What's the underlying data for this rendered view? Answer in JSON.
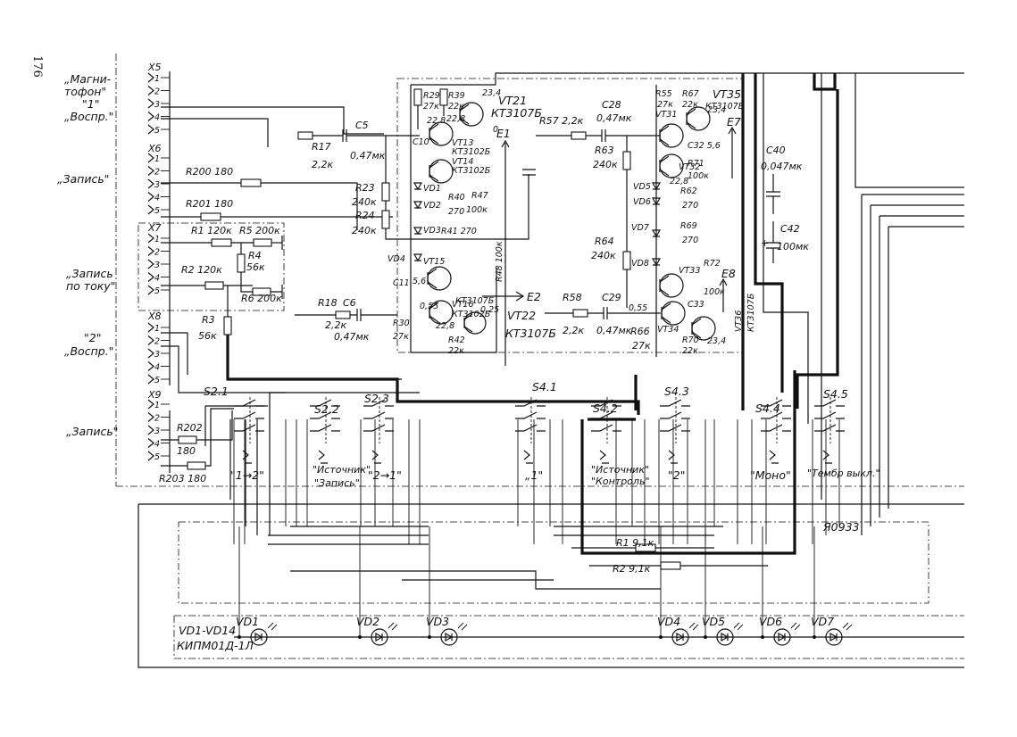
{
  "page_number": "176",
  "connectors": [
    {
      "id": "X5",
      "pins": [
        "1",
        "2",
        "3",
        "4",
        "5"
      ]
    },
    {
      "id": "X6",
      "pins": [
        "1",
        "2",
        "3",
        "4",
        "5"
      ]
    },
    {
      "id": "X7",
      "pins": [
        "1",
        "2",
        "3",
        "4",
        "5"
      ]
    },
    {
      "id": "X8",
      "pins": [
        "1",
        "2",
        "3",
        "4",
        "5"
      ]
    },
    {
      "id": "X9",
      "pins": [
        "1",
        "2",
        "3",
        "4",
        "5"
      ]
    }
  ],
  "input_labels": {
    "x5_line1": "„Магни-",
    "x5_line2": "тофон\"",
    "x5_line3": "\"1\"",
    "x5_line4": "„Воспр.\"",
    "x6_line1": "„Запись\"",
    "x7_line1": "„Запись",
    "x7_line2": "по току\"",
    "x8_line1": "\"2\"",
    "x8_line2": "„Воспр.\"",
    "x9_line1": "„Запись\""
  },
  "components": {
    "r200": "R200 180",
    "r201": "R201 180",
    "r1": "R1 120к",
    "r5": "R5 200к",
    "r2": "R2 120к",
    "r4a": "R4",
    "r4b": "56к",
    "r6": "R6 200к",
    "r3a": "R3",
    "r3b": "56к",
    "r202": "R202",
    "r202v": "180",
    "r203": "R203 180",
    "r17a": "R17",
    "r17b": "2,2к",
    "c5a": "C5",
    "c5b": "0,47мк",
    "r23a": "R23",
    "r23b": "240к",
    "r24a": "R24",
    "r24b": "240к",
    "r18a": "R18",
    "r18b": "2,2к",
    "c6a": "C6",
    "c6b": "0,47мк",
    "r29a": "R29",
    "r29b": "27к",
    "r39a": "R39",
    "r39b": "22к",
    "vt21a": "VT21",
    "vt21b": "КТ3107Б",
    "e1": "E1",
    "e2": "E2",
    "e7": "E7",
    "e8": "E8",
    "vt13a": "VT13",
    "vt13b": "КТ3102Б",
    "vt14a": "VT14",
    "vt14b": "КТ3102Б",
    "c10": "C10",
    "vd1": "VD1",
    "vd2": "VD2",
    "vd3": "VD3",
    "vd4": "VD4",
    "r40a": "R40",
    "r40b": "270",
    "r47a": "R47",
    "r47b": "100к",
    "r41": "R41 270",
    "vt15a": "VT15",
    "vt15b": "КТ3107Б",
    "vt16a": "VT16",
    "vt16b": "КТ3102Б",
    "r48": "R48 100к",
    "c11": "C11",
    "c11v": "5,6",
    "r30a": "R30",
    "r30b": "27к",
    "r42a": "R42",
    "r42b": "22к",
    "vt22a": "VT22",
    "vt22b": "КТ3107Б",
    "r57": "R57 2,2к",
    "c28a": "C28",
    "c28b": "0,47мк",
    "r63a": "R63",
    "r63b": "240к",
    "r64a": "R64",
    "r64b": "240к",
    "r58a": "R58",
    "r58b": "2,2к",
    "c29a": "C29",
    "c29b": "0,47мк",
    "r66a": "R66",
    "r66b": "27к",
    "vd5": "VD5",
    "vd6": "VD6",
    "vd7": "VD7",
    "vd8": "VD8",
    "r55a": "R55",
    "r55b": "27к",
    "r67a": "R67",
    "r67b": "22к",
    "vt35a": "VT35",
    "vt35b": "КТ3107Б",
    "vt31": "VT31",
    "vt32": "VT32",
    "vt33": "VT33",
    "vt34": "VT34",
    "vt36a": "VT36",
    "vt36b": "КТ3107Б",
    "c32": "C32 5,6",
    "c33": "C33",
    "r71a": "R71",
    "r71b": "100к",
    "r62a": "R62",
    "r62b": "270",
    "r69a": "R69",
    "r69b": "270",
    "r72a": "R72",
    "r72b": "100к",
    "r70a": "R70",
    "r70b": "22к",
    "c40a": "C40",
    "c40b": "0,047мк",
    "c42a": "C42",
    "c42b": "100мк",
    "v228": "22,8",
    "v234": "23,4",
    "v05": "0,55",
    "v0": "0",
    "v025": "0,25"
  },
  "switches": {
    "s21": "S2.1",
    "s22": "S2.2",
    "s23": "S2.3",
    "s41": "S4.1",
    "s42": "S4.2",
    "s43": "S4.3",
    "s44": "S4.4",
    "s45": "S4.5"
  },
  "switch_captions": {
    "c1": "\"1→2\"",
    "c2a": "\"Источник\"",
    "c2b": "\"Запись\"",
    "c3": "\"2→1\"",
    "c4": "„1\"",
    "c5a": "\"Источник\"",
    "c5b": "\"Контроль\"",
    "c6": "\"2\"",
    "c7": "\"Моно\"",
    "c8": "\"Тембр выкл.\""
  },
  "board": {
    "id": "Я0933",
    "r1": "R1 9,1к",
    "r2": "R2 9,1к"
  },
  "leds": {
    "group": "VD1-VD14",
    "type": "КИПМ01Д-1Л",
    "items": [
      "VD1",
      "VD2",
      "VD3",
      "VD4",
      "VD5",
      "VD6",
      "VD7"
    ]
  }
}
